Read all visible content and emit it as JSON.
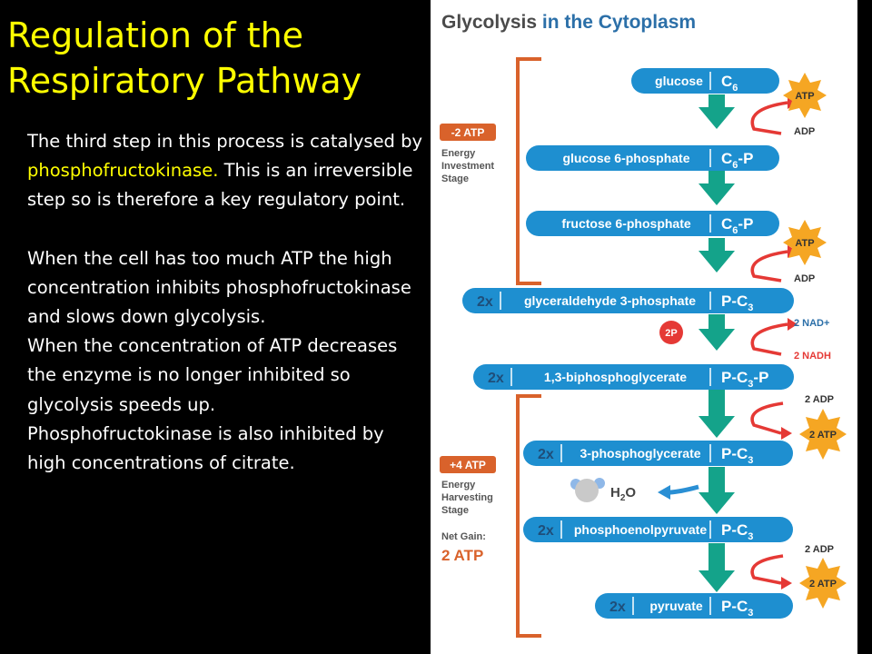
{
  "slide": {
    "title_line1": "Regulation of the",
    "title_line2": "Respiratory Pathway",
    "p1_before": "The third step in this process is catalysed by ",
    "p1_highlight": "phosphofructokinase.",
    "p1_after": " This is an irreversible step so is therefore a key regulatory point.",
    "p2": "When the cell has too much ATP the high concentration inhibits phosphofructokinase and slows down glycolysis.",
    "p3": "When the concentration of ATP decreases the enzyme is no longer inhibited so glycolysis speeds up.",
    "p4": "Phosphofructokinase is also inhibited by high concentrations of citrate."
  },
  "figure": {
    "title_part1": "Glycolysis",
    "title_part2": " in the Cytoplasm",
    "colors": {
      "pill": "#1e8fd0",
      "arrow": "#14a38a",
      "orange": "#d9622b",
      "star": "#f5a623",
      "red": "#e53935",
      "arc": "#e53935",
      "water": "#2a8fd4"
    },
    "steps": [
      {
        "mult": "",
        "name": "glucose",
        "formula": "C",
        "sub": "6",
        "suffix": ""
      },
      {
        "mult": "",
        "name": "glucose 6-phosphate",
        "formula": "C",
        "sub": "6",
        "suffix": "-P"
      },
      {
        "mult": "",
        "name": "fructose 6-phosphate",
        "formula": "C",
        "sub": "6",
        "suffix": "-P"
      },
      {
        "mult": "2x",
        "name": "glyceraldehyde 3-phosphate",
        "formula": "P-C",
        "sub": "3",
        "suffix": ""
      },
      {
        "mult": "2x",
        "name": "1,3-biphosphoglycerate",
        "formula": "P-C",
        "sub": "3",
        "suffix": "-P"
      },
      {
        "mult": "2x",
        "name": "3-phosphoglycerate",
        "formula": "P-C",
        "sub": "3",
        "suffix": ""
      },
      {
        "mult": "2x",
        "name": "phosphoenolpyruvate",
        "formula": "P-C",
        "sub": "3",
        "suffix": ""
      },
      {
        "mult": "2x",
        "name": "pyruvate",
        "formula": "P-C",
        "sub": "3",
        "suffix": ""
      }
    ],
    "investment": {
      "badge": "-2 ATP",
      "label_line1": "Energy",
      "label_line2": "Investment",
      "label_line3": "Stage"
    },
    "harvesting": {
      "badge": "+4 ATP",
      "label_line1": "Energy",
      "label_line2": "Harvesting",
      "label_line3": "Stage",
      "net_gain_label": "Net Gain:",
      "net_gain_value": "2 ATP"
    },
    "side": {
      "atp": "ATP",
      "adp": "ADP",
      "nad": "2 NAD+",
      "nadh": "2 NADH",
      "two_p": "2P",
      "two_adp": "2 ADP",
      "two_atp": "2 ATP",
      "h2o_h": "H",
      "h2o_sub": "2",
      "h2o_o": "O"
    }
  }
}
